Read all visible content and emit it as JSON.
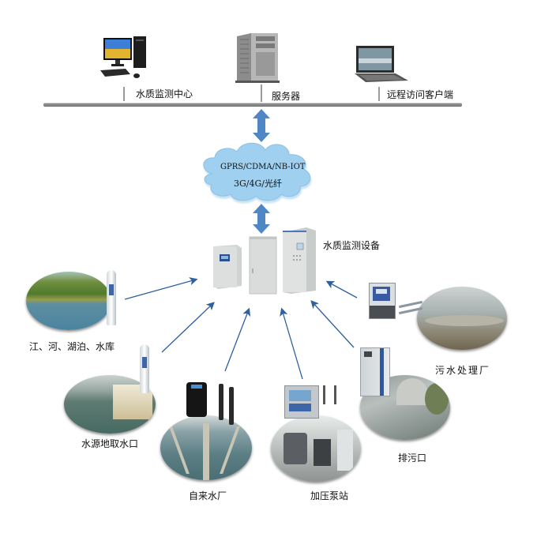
{
  "top_row": {
    "monitoring_center": {
      "label": "水质监测中心",
      "icon": "desktop-computer-icon"
    },
    "server": {
      "label": "服务器",
      "icon": "server-tower-icon"
    },
    "remote_client": {
      "label": "远程访问客户端",
      "icon": "laptop-icon"
    }
  },
  "network_cloud": {
    "line1": "GPRS/CDMA/NB-IOT",
    "line2": "3G/4G/光纤",
    "color": "#9fd0ef"
  },
  "equipment": {
    "label": "水质监测设备",
    "icon": "control-cabinet-icon"
  },
  "sites": [
    {
      "id": "river-lake-reservoir",
      "label": "江、河、湖泊、水库"
    },
    {
      "id": "water-intake",
      "label": "水源地取水口"
    },
    {
      "id": "waterworks",
      "label": "自来水厂"
    },
    {
      "id": "pressure-pump-station",
      "label": "加压泵站"
    },
    {
      "id": "sewage-outfall",
      "label": "排污口"
    },
    {
      "id": "sewage-treatment-plant",
      "label": "污水处理厂"
    }
  ],
  "colors": {
    "arrow": "#2f5f9e",
    "double_arrow": "#4f86c6",
    "bus": "#8a8a8a"
  }
}
